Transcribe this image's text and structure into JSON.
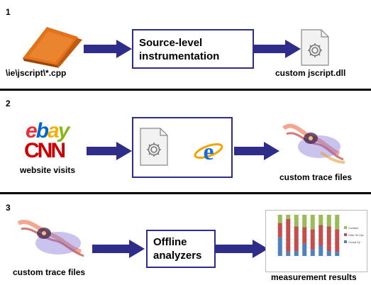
{
  "steps": [
    "1",
    "2",
    "3"
  ],
  "row1": {
    "source_label": "\\ie\\jscript\\*.cpp",
    "box_text_line1": "Source-level",
    "box_text_line2": "instrumentation",
    "output_label": "custom jscript.dll"
  },
  "row2": {
    "input_label": "website visits",
    "logo_top": "ebay",
    "logo_bottom": "CNN",
    "output_label": "custom trace files"
  },
  "row3": {
    "input_label": "custom trace files",
    "box_text_line1": "Offline",
    "box_text_line2": "analyzers",
    "output_label": "measurement results",
    "chart_legend": [
      "Constant",
      "Other Str Ops",
      "Concat Op"
    ]
  },
  "colors": {
    "arrow": "#2e2e8a",
    "box_border": "#2e2e8a",
    "folder": "#e2731c",
    "ebay_e": "#e53238",
    "ebay_b": "#0064d2",
    "ebay_a": "#f5af02",
    "ebay_y": "#86b817",
    "cnn": "#cc0000"
  }
}
